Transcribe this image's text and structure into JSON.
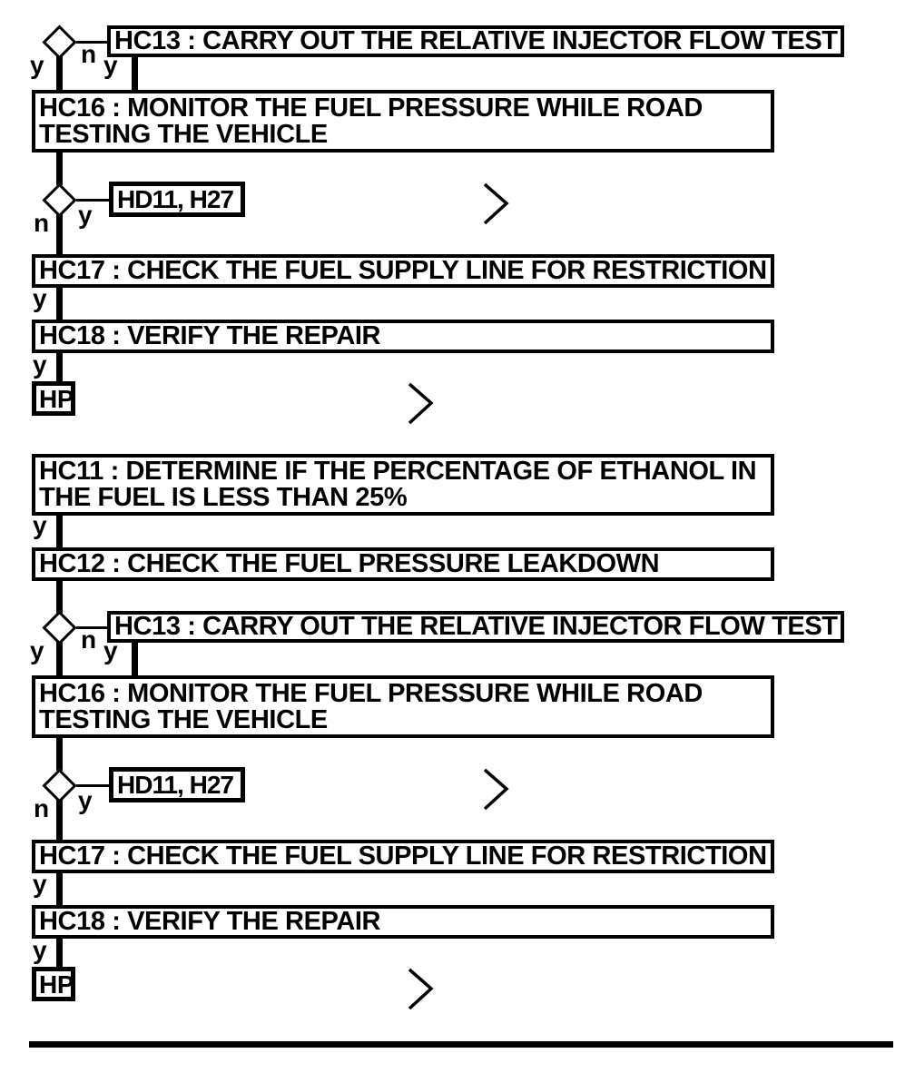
{
  "diagram": {
    "type": "diagnostic-flowchart",
    "background_color": "#ffffff",
    "line_color": "#000000",
    "branch_labels": {
      "yes": "y",
      "no": "n"
    },
    "sections": [
      {
        "hc13": "HC13 : CARRY OUT THE RELATIVE INJECTOR FLOW TEST",
        "hc16_line1": "HC16 : MONITOR THE FUEL PRESSURE WHILE ROAD",
        "hc16_line2": "TESTING THE VEHICLE",
        "hd11": "HD11, H27",
        "hc17": "HC17 : CHECK THE FUEL SUPPLY LINE FOR RESTRICTION",
        "hc18": "HC18 : VERIFY THE REPAIR",
        "hp": "HP"
      },
      {
        "hc11_line1": "HC11 : DETERMINE IF THE PERCENTAGE OF ETHANOL IN",
        "hc11_line2": "THE FUEL IS LESS THAN 25%",
        "hc12": "HC12 : CHECK THE FUEL PRESSURE LEAKDOWN",
        "hc13": "HC13 : CARRY OUT THE RELATIVE INJECTOR FLOW TEST",
        "hc16_line1": "HC16 : MONITOR THE FUEL PRESSURE WHILE ROAD",
        "hc16_line2": "TESTING THE VEHICLE",
        "hd11": "HD11, H27",
        "hc17": "HC17 : CHECK THE FUEL SUPPLY LINE FOR RESTRICTION",
        "hc18": "HC18 : VERIFY THE REPAIR",
        "hp": "HP"
      }
    ]
  }
}
